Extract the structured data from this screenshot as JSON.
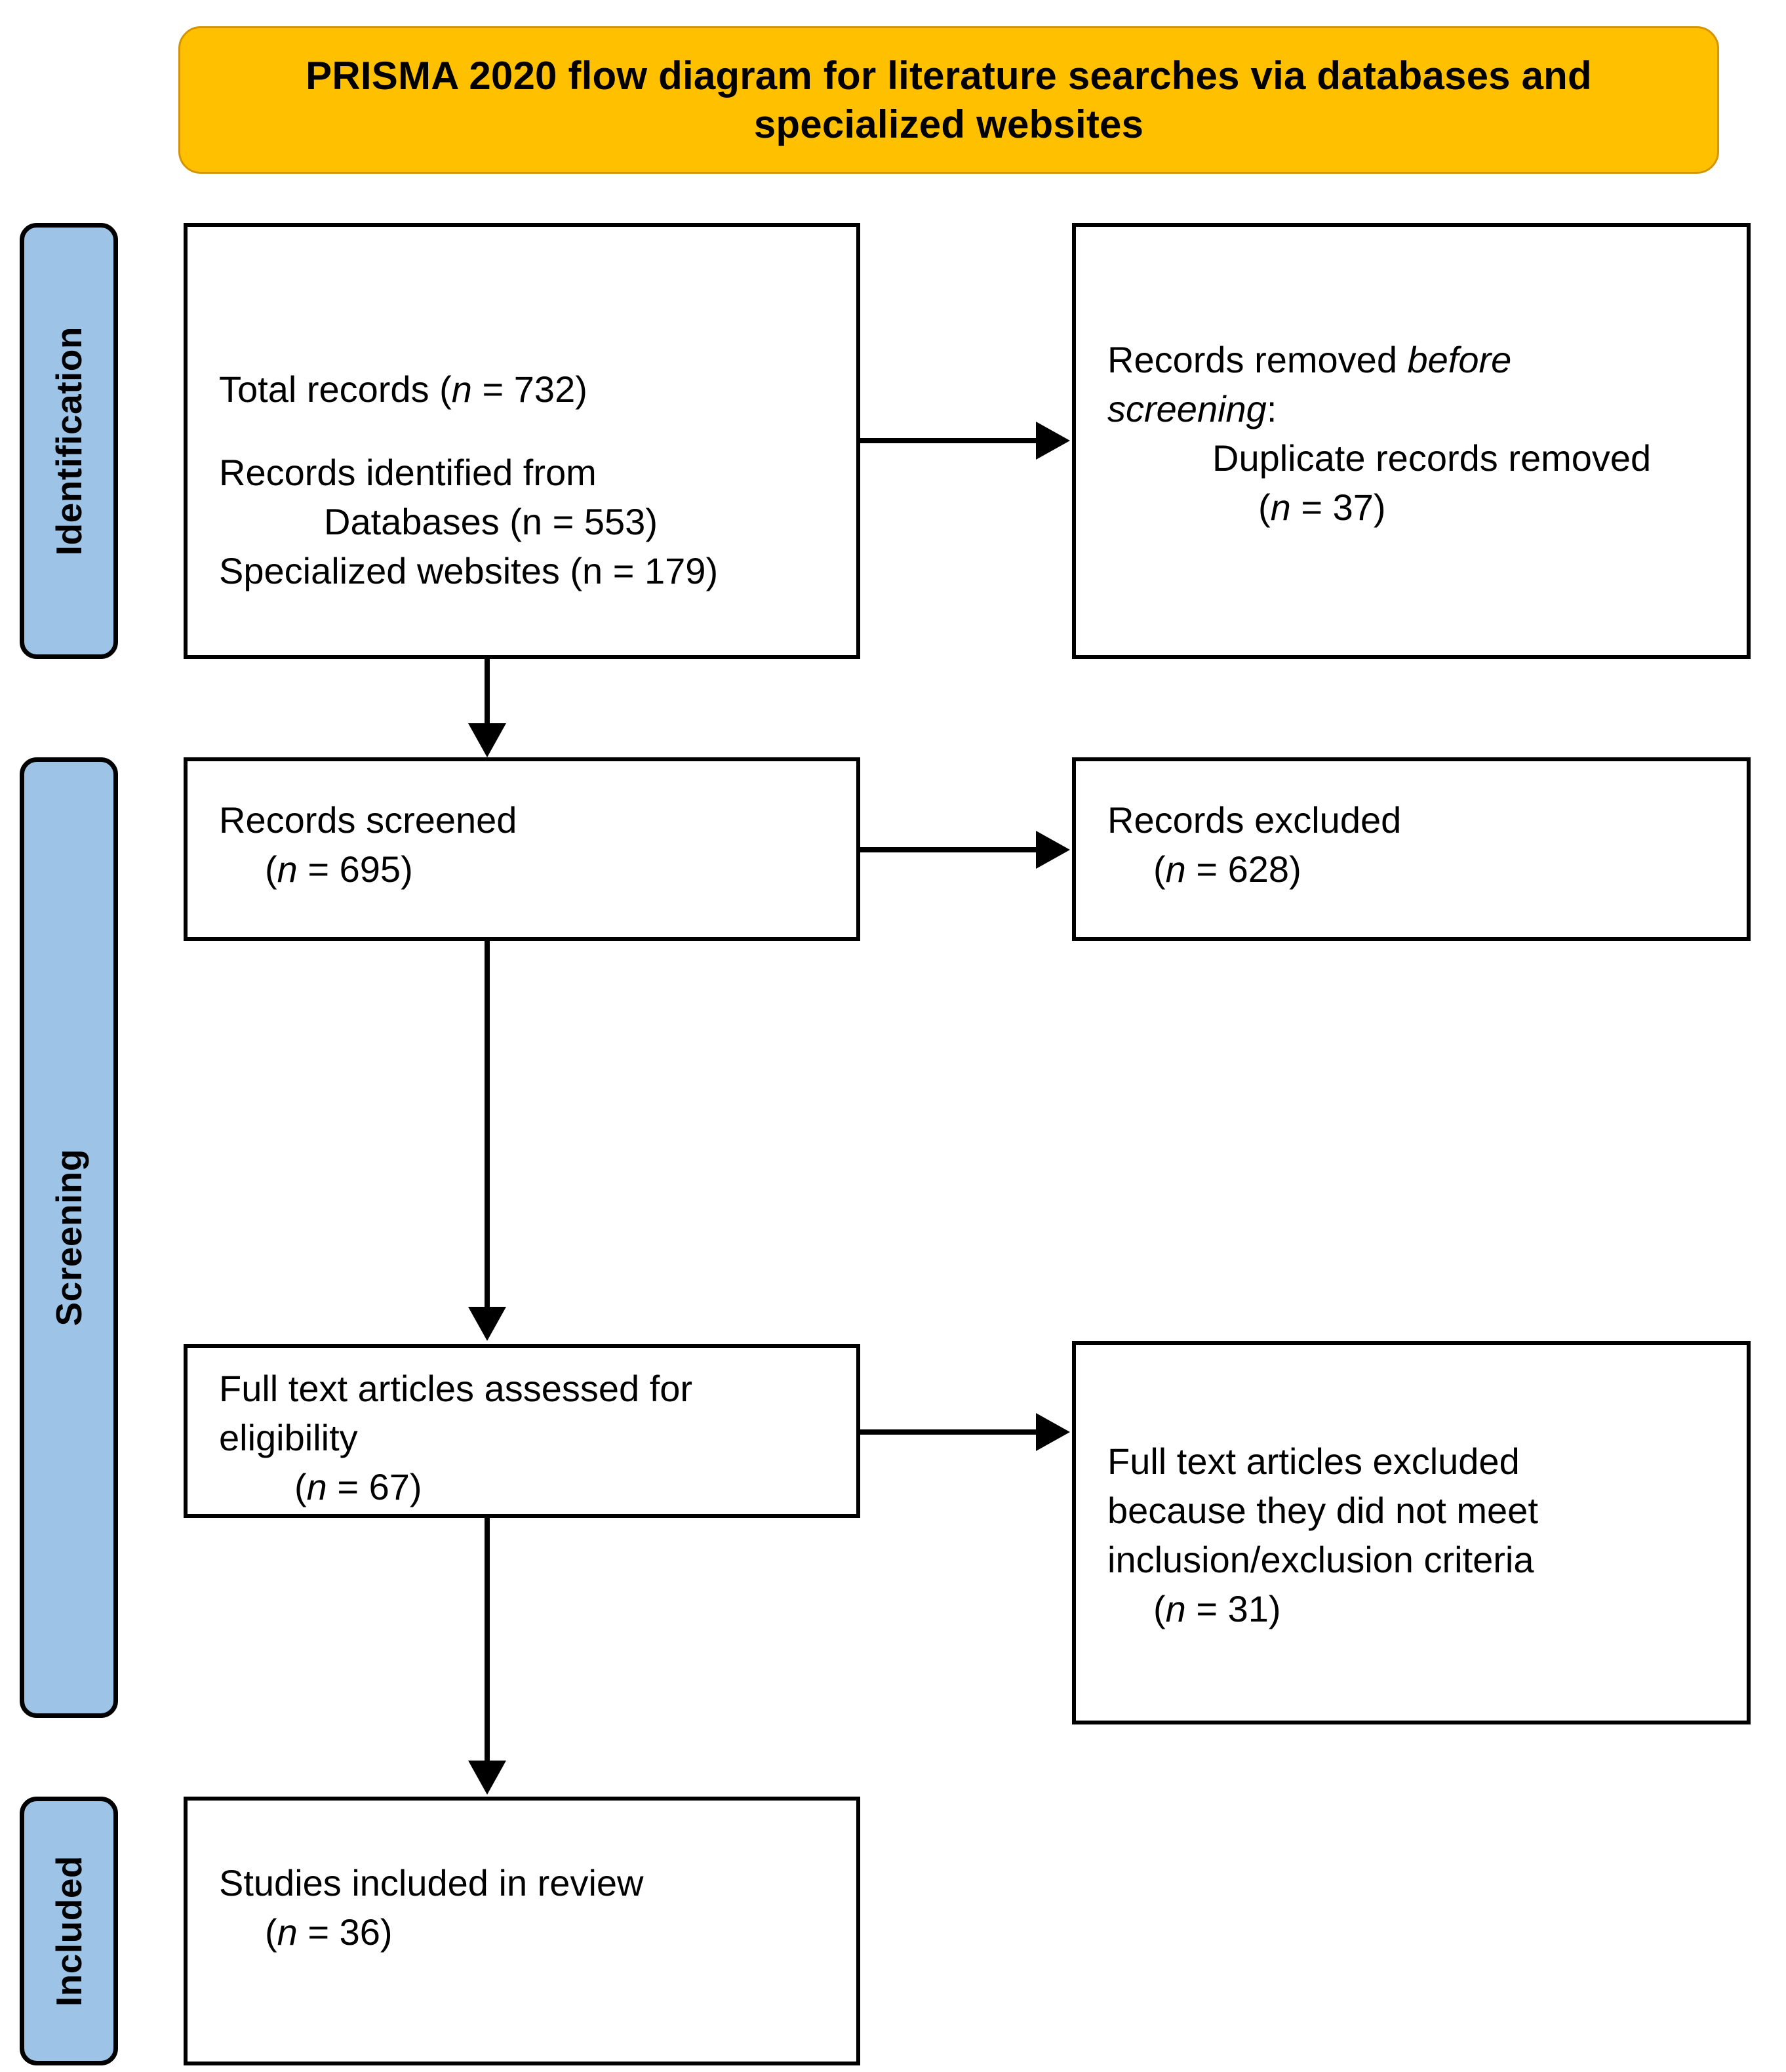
{
  "diagram": {
    "title": "PRISMA 2020 flow diagram for literature searches via databases and specialized websites",
    "colors": {
      "banner_fill": "#FFC000",
      "banner_border": "#D49500",
      "stage_pill_fill": "#9DC3E6",
      "box_border": "#000000",
      "box_fill": "#FFFFFF",
      "text": "#000000"
    }
  },
  "stages": [
    {
      "id": "identification",
      "label": "Identification"
    },
    {
      "id": "screening",
      "label": "Screening"
    },
    {
      "id": "included",
      "label": "Included"
    }
  ],
  "boxes": {
    "identified": {
      "lines": [
        {
          "text": "Total records (",
          "em": "n",
          "tail": " = 732)",
          "indent": 0
        },
        {
          "text": "",
          "indent": 0,
          "spacer": true
        },
        {
          "text": "Records identified from",
          "indent": 0
        },
        {
          "text": "Databases (n = 553)",
          "indent": 2
        },
        {
          "text": "Specialized websites (n = 179)",
          "indent": 0
        }
      ],
      "total_records_label": "Total records (",
      "total_records_n": "n",
      "total_records_tail": " = 732)",
      "identified_from": "Records identified from",
      "databases": "Databases (n = 553)",
      "websites": "Specialized websites (n = 179)"
    },
    "removed_before_screening": {
      "lead": "Records removed ",
      "lead_em": "before",
      "lead_em2": "screening",
      "lead_tail": ":",
      "duplicate": "Duplicate records removed",
      "duplicate_n_open": "(",
      "duplicate_n": "n",
      "duplicate_n_tail": " = 37)"
    },
    "records_screened": {
      "label": "Records screened",
      "n_open": "(",
      "n": "n",
      "n_tail": " = 695)"
    },
    "records_excluded": {
      "label": "Records excluded",
      "n_open": "(",
      "n": "n",
      "n_tail": " = 628)"
    },
    "fulltext_assessed": {
      "label_line1": "Full text articles assessed for",
      "label_line2": "eligibility",
      "n_open": "(",
      "n": "n",
      "n_tail": " = 67)"
    },
    "fulltext_excluded": {
      "label_line1": "Full text articles excluded",
      "label_line2": "because they did not meet",
      "label_line3": "inclusion/exclusion criteria",
      "n_open": "(",
      "n": "n",
      "n_tail": " = 31)"
    },
    "studies_included": {
      "label": "Studies included in review",
      "n_open": "(",
      "n": "n",
      "n_tail": " = 36)"
    }
  },
  "chart_data": {
    "type": "diagram",
    "title": "PRISMA 2020 flow diagram for literature searches via databases and specialized websites",
    "nodes": [
      {
        "id": "identified",
        "stage": "Identification",
        "label": "Total records (n = 732); Records identified from Databases (n = 553), Specialized websites (n = 179)",
        "value": 732
      },
      {
        "id": "removed",
        "stage": "Identification",
        "label": "Records removed before screening: Duplicate records removed (n = 37)",
        "value": 37
      },
      {
        "id": "screened",
        "stage": "Screening",
        "label": "Records screened (n = 695)",
        "value": 695
      },
      {
        "id": "excluded",
        "stage": "Screening",
        "label": "Records excluded (n = 628)",
        "value": 628
      },
      {
        "id": "fulltext",
        "stage": "Screening",
        "label": "Full text articles assessed for eligibility (n = 67)",
        "value": 67
      },
      {
        "id": "fulltext_excluded",
        "stage": "Screening",
        "label": "Full text articles excluded because they did not meet inclusion/exclusion criteria (n = 31)",
        "value": 31
      },
      {
        "id": "included",
        "stage": "Included",
        "label": "Studies included in review (n = 36)",
        "value": 36
      }
    ],
    "edges": [
      {
        "from": "identified",
        "to": "removed",
        "direction": "right"
      },
      {
        "from": "identified",
        "to": "screened",
        "direction": "down"
      },
      {
        "from": "screened",
        "to": "excluded",
        "direction": "right"
      },
      {
        "from": "screened",
        "to": "fulltext",
        "direction": "down"
      },
      {
        "from": "fulltext",
        "to": "fulltext_excluded",
        "direction": "right"
      },
      {
        "from": "fulltext",
        "to": "included",
        "direction": "down"
      }
    ],
    "databases_count": 553,
    "websites_count": 179
  }
}
